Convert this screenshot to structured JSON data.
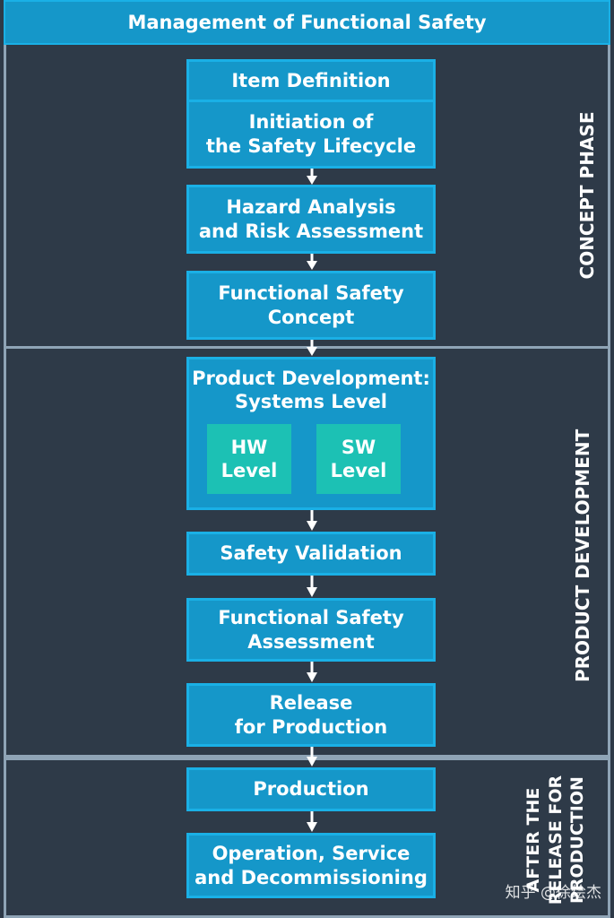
{
  "header": {
    "title": "Management of Functional Safety"
  },
  "phases": [
    {
      "label": "CONCEPT PHASE"
    },
    {
      "label": "PRODUCT DEVELOPMENT"
    },
    {
      "label": "AFTER THE\nRELEASE FOR\nPRODUCTION"
    }
  ],
  "boxes": {
    "item_definition": "Item Definition",
    "initiation": "Initiation of\nthe Safety Lifecycle",
    "hazard": "Hazard Analysis\nand Risk Assessment",
    "fsc": "Functional Safety\nConcept",
    "product_dev": "Product Development:\nSystems Level",
    "hw_level": "HW\nLevel",
    "sw_level": "SW\nLevel",
    "validation": "Safety Validation",
    "fsa": "Functional Safety\nAssessment",
    "release": "Release\nfor Production",
    "production": "Production",
    "operation": "Operation, Service\nand Decommissioning"
  },
  "watermark": "知乎 @徐绘杰",
  "colors": {
    "background": "#2e3a48",
    "box": "#1597c9",
    "box_border": "#1ab0e6",
    "sub_box": "#1cc1b4",
    "divider": "#8fa4b6"
  }
}
